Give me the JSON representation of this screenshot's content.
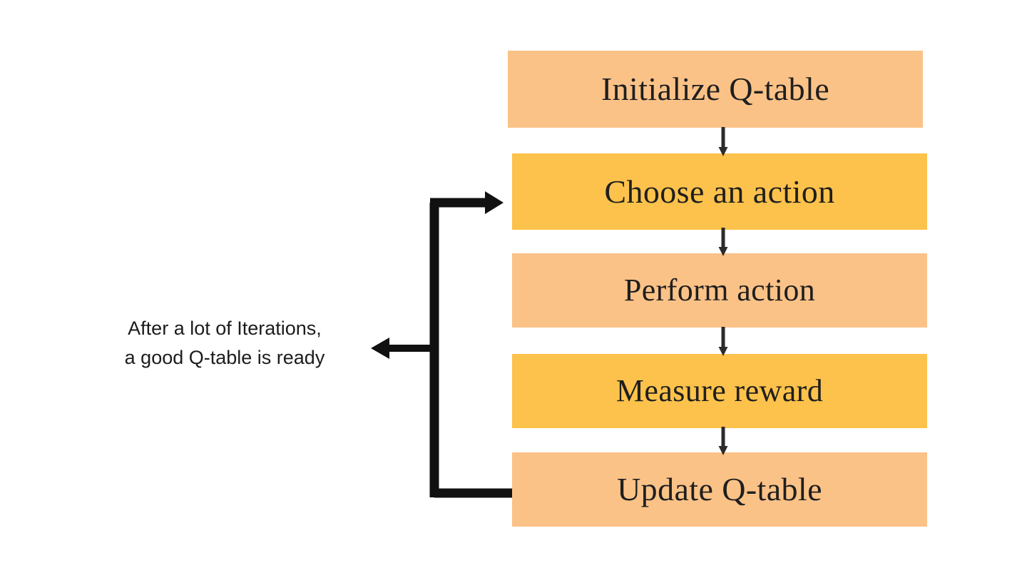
{
  "diagram": {
    "title": "Q-learning loop flowchart",
    "background_color": "#ffffff",
    "palette": {
      "box_light": "#FBC287",
      "box_dark": "#FDC24B",
      "text": "#1f1f1f",
      "arrow": "#111111",
      "annotation_text": "#1c1c1c"
    },
    "nodes": [
      {
        "id": "init",
        "label": "Initialize Q-table",
        "fill": "#FBC287"
      },
      {
        "id": "choose",
        "label": "Choose an action",
        "fill": "#FDC24B"
      },
      {
        "id": "perform",
        "label": "Perform action",
        "fill": "#FBC287"
      },
      {
        "id": "measure",
        "label": "Measure reward",
        "fill": "#FDC24B"
      },
      {
        "id": "update",
        "label": "Update Q-table",
        "fill": "#FBC287"
      }
    ],
    "edges": [
      {
        "from": "init",
        "to": "choose",
        "style": "thin-down-arrow"
      },
      {
        "from": "choose",
        "to": "perform",
        "style": "thin-down-arrow"
      },
      {
        "from": "perform",
        "to": "measure",
        "style": "thin-down-arrow"
      },
      {
        "from": "measure",
        "to": "update",
        "style": "thin-down-arrow"
      },
      {
        "from": "update",
        "to": "choose",
        "style": "thick-loop-back-arrow"
      },
      {
        "from": "loop",
        "to": "annotation",
        "style": "thick-left-arrow"
      }
    ],
    "annotation": {
      "line1": "After a lot of Iterations,",
      "line2": "a good Q-table is ready"
    }
  }
}
